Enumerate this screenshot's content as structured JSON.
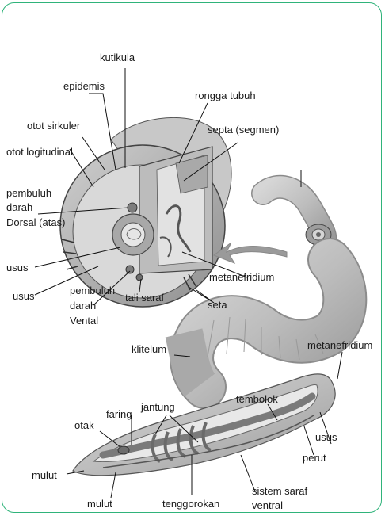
{
  "labels": {
    "kutikula": "kutikula",
    "epidemis": "epidemis",
    "otot_sirkuler": "otot sirkuler",
    "otot_logitudinal": "otot logitudinal",
    "pembuluh_dorsal_1": "pembuluh",
    "pembuluh_dorsal_2": "darah",
    "pembuluh_dorsal_3": "Dorsal (atas)",
    "usus_1": "usus",
    "usus_2": "usus",
    "pembuluh_ventral_1": "pembuluh",
    "pembuluh_ventral_2": "darah",
    "pembuluh_ventral_3": "Vental",
    "tali_saraf": "tali saraf",
    "rongga_tubuh": "rongga tubuh",
    "septa": "septa (segmen)",
    "metanefridium_1": "metanefridium",
    "seta": "seta",
    "klitelum": "klitelum",
    "metanefridium_2": "metanefridium",
    "tembolok": "tembolok",
    "jantung": "jantung",
    "faring": "faring",
    "otak": "otak",
    "usus_3": "usus",
    "perut": "perut",
    "mulut_1": "mulut",
    "mulut_2": "mulut",
    "tenggorokan": "tenggorokan",
    "sistem_saraf_1": "sistem saraf",
    "sistem_saraf_2": "ventral"
  },
  "colors": {
    "frame_border": "#2fb37a",
    "body_tone": "#b9b9b9",
    "outline": "#4a4a4a",
    "arrow": "#9a9a9a"
  }
}
